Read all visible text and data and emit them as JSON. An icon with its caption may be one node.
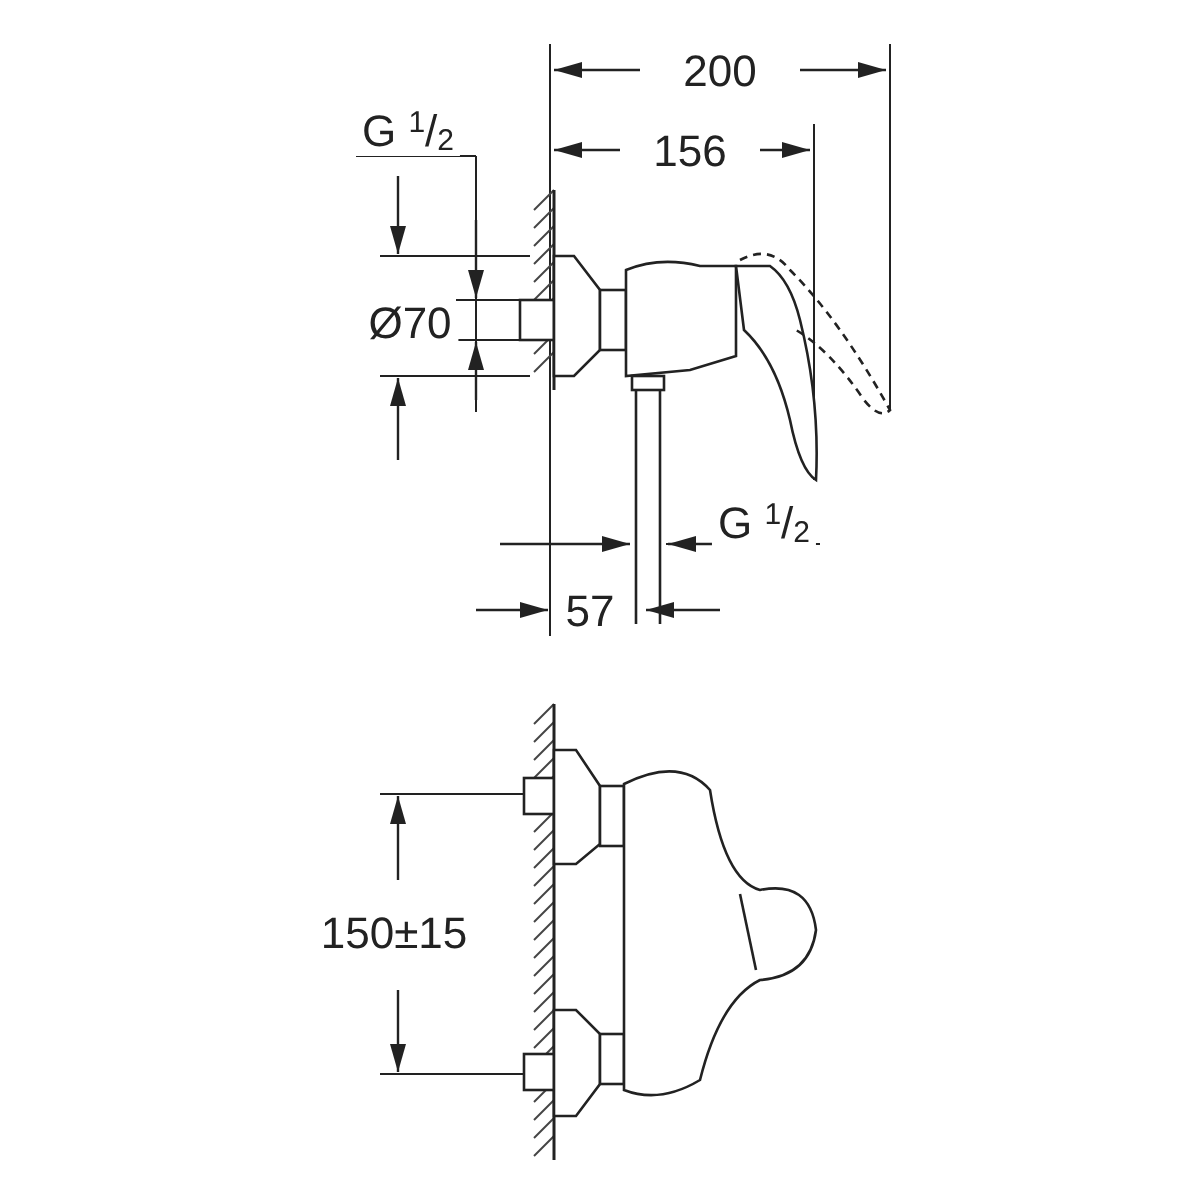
{
  "diagram": {
    "labels": [
      "200",
      "156",
      "G $^{1}$/$_{2}$",
      "Ø70",
      "G $^{1}$/$_{2}$",
      "57",
      "150±15"
    ]
  }
}
